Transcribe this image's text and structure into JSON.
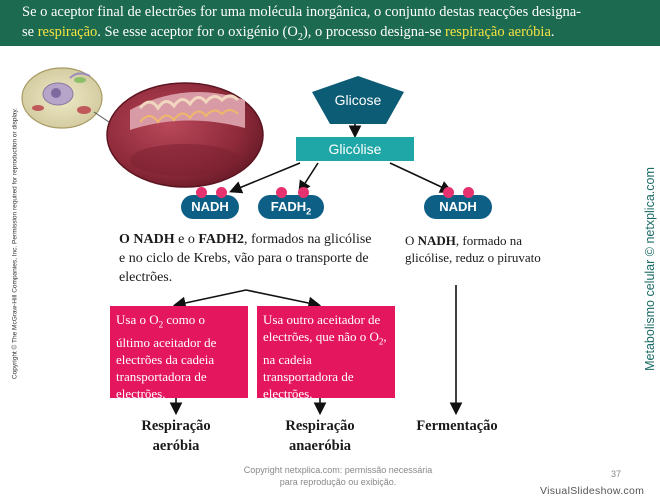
{
  "banner": {
    "line1": "Se o aceptor final de electrões for uma molécula inorgânica, o conjunto destas reacções designa-",
    "line2_pre": "se ",
    "line2_hl1": "respiração",
    "line2_mid": ". Se esse aceptor for o oxigénio (O",
    "line2_sub": "2",
    "line2_post": "), o processo designa-se ",
    "line2_hl2": "respiração aeróbia",
    "line2_end": "."
  },
  "side_copyright": "Copyright © The McGraw-Hill Companies, Inc. Permission required for reproduction or display.",
  "side_brand": "Metabolismo celular © netxplica.com",
  "flow": {
    "glicose": "Glicose",
    "glicolise": "Glicólise",
    "nadh_left": "NADH",
    "fadh_main": "FADH",
    "fadh_sub": "2",
    "nadh_right": "NADH"
  },
  "left_text": {
    "b1": "O NADH",
    "t1": " e o ",
    "b2": "FADH2",
    "t2": ", formados na glicólise e no ciclo de Krebs, vão para o transporte de electrões."
  },
  "right_text": {
    "t1": "O ",
    "b1": "NADH",
    "t2": ", formado na glicólise, reduz o piruvato"
  },
  "box_aerobic": {
    "pre": "Usa o O",
    "sub": "2",
    "post": " como o último aceitador de electrões da cadeia transportadora de electrões."
  },
  "box_anaerobic": {
    "pre": "Usa outro aceitador de electrões,  que não o O",
    "sub": "2",
    "post": ", na cadeia transportadora de electrões."
  },
  "results": {
    "aerobic_1": "Respiração",
    "aerobic_2": "aeróbia",
    "anaerobic_1": "Respiração",
    "anaerobic_2": "anaeróbia",
    "fermentation": "Fermentação"
  },
  "footer": {
    "copyright": "Copyright netxplica.com: permissão necessária para reprodução ou exibição.",
    "page": "37",
    "watermark": "VisualSlideshow.com"
  },
  "colors": {
    "banner": "#1c6a50",
    "highlight": "#f5e342",
    "pentagon": "#0d5c76",
    "glicolise": "#1fa6a6",
    "pill": "#0e5f86",
    "pill_dot": "#e6336f",
    "pink_box": "#e4165e"
  }
}
